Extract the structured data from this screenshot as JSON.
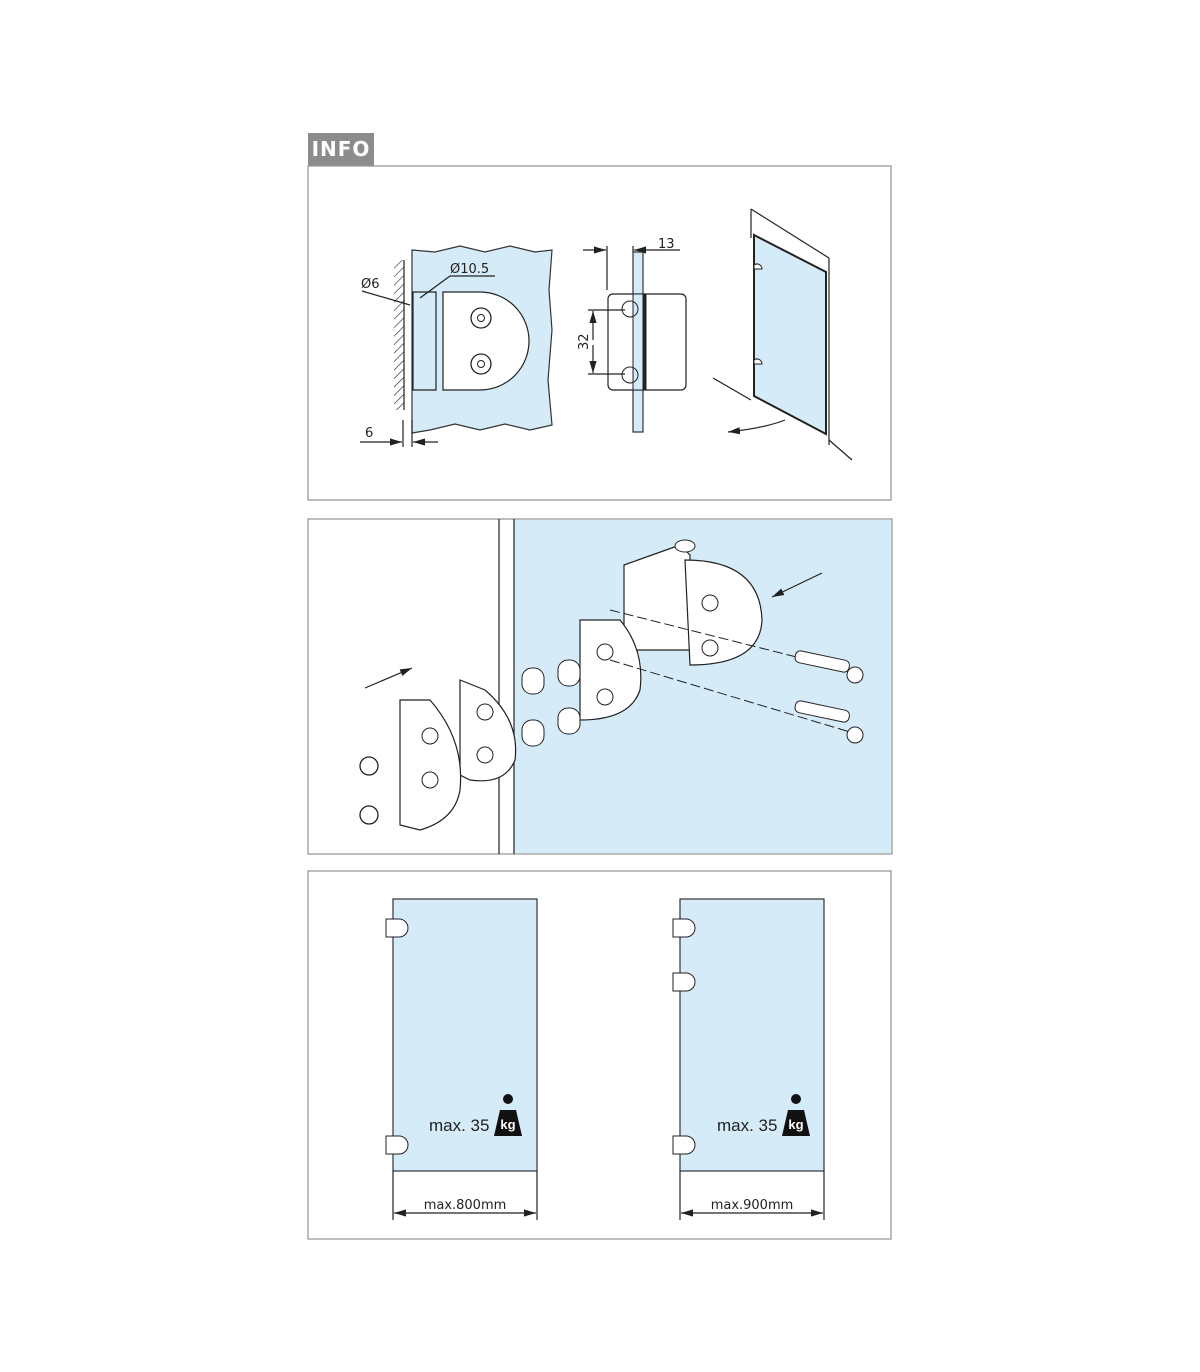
{
  "header": {
    "tab_label": "INFO"
  },
  "panel1": {
    "dim_hole_small": "Ø6",
    "dim_hole_large": "Ø10.5",
    "dim_gap": "6",
    "dim_thickness": "13",
    "dim_spacing": "32"
  },
  "panel3": {
    "door1": {
      "weight_label": "max. 35",
      "weight_unit": "kg",
      "width_label": "max.800mm"
    },
    "door2": {
      "weight_label": "max. 35",
      "weight_unit": "kg",
      "width_label": "max.900mm"
    }
  },
  "colors": {
    "glass": "#d5ebf8",
    "tab": "#8c8c8c",
    "border": "#999999"
  }
}
